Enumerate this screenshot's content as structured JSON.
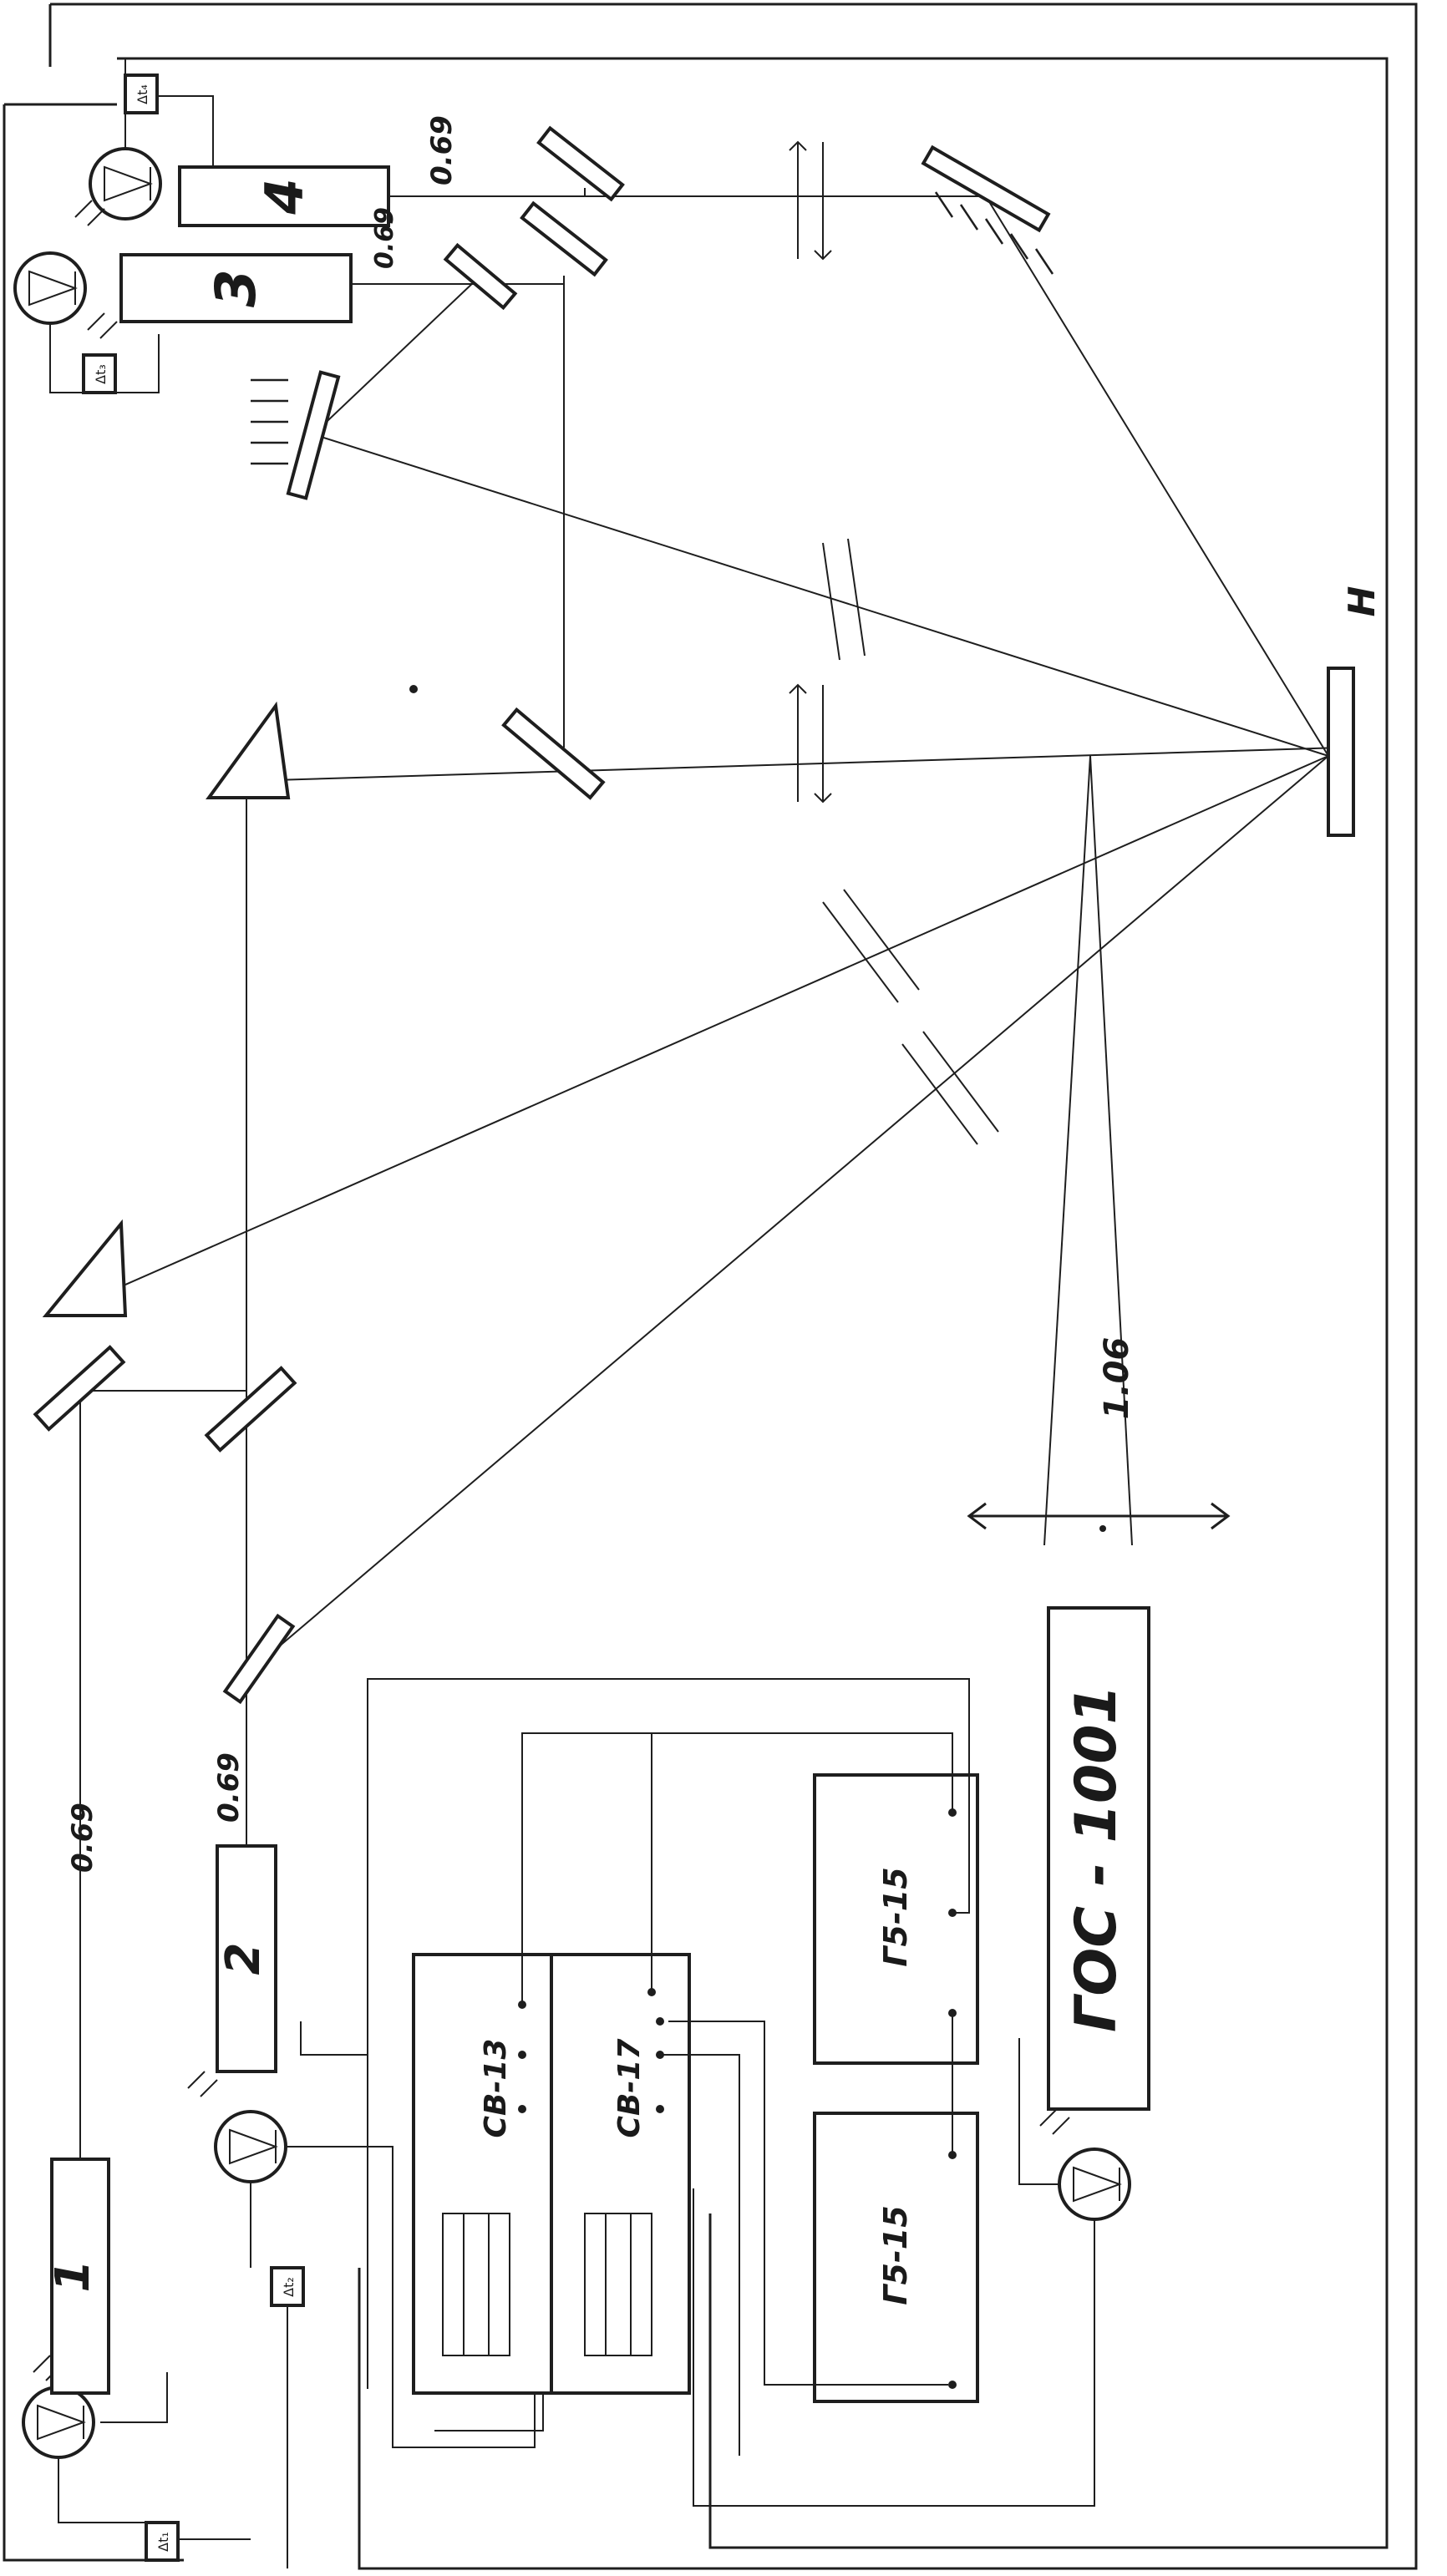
{
  "labels": {
    "laser_1": "1",
    "laser_2": "2",
    "laser_3": "3",
    "laser_4": "4",
    "wavelength_laser_1": "0.69",
    "wavelength_laser_2": "0.69",
    "wavelength_laser_3": "0.69",
    "wavelength_laser_4": "0.69",
    "wavelength_gos": "1.06",
    "target": "H",
    "delay_1": "Δt₁",
    "delay_2": "Δt₂",
    "delay_3": "Δt₃",
    "delay_4": "Δt₄",
    "meter_1": "СВ-13",
    "meter_2": "СВ-17",
    "generator_1": "Г5-15",
    "generator_2": "Г5-15",
    "gos": "ГОС - 1001"
  }
}
